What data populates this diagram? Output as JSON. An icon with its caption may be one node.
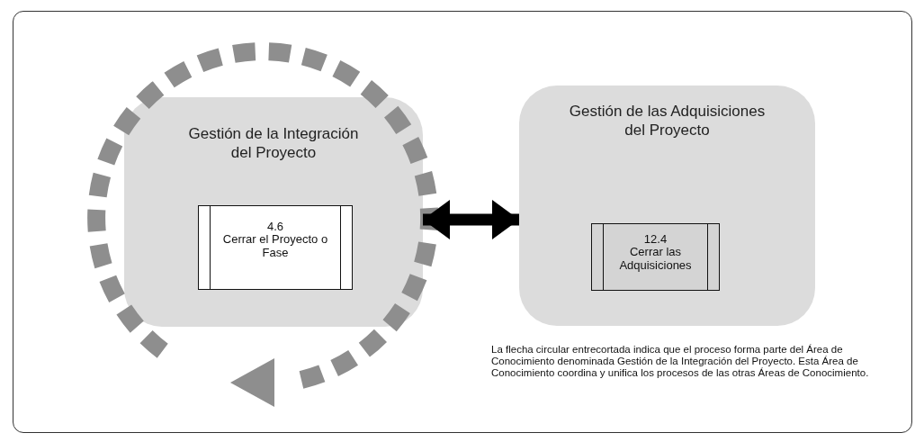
{
  "diagram": {
    "nodes": [
      {
        "text": [
          "Gestión de la Integración del Proyecto"
        ]
      },
      {
        "text": [
          "4.6",
          "Cerrar el Proyecto o Fase"
        ],
        "in": 0
      },
      {
        "text": [
          "Gestión de las Adquisiciones del Proyecto"
        ]
      },
      {
        "text": [
          "12.4",
          "Cerrar las Adquisiciones"
        ],
        "in": 2
      }
    ],
    "edges": [
      {
        "from": 0,
        "to": 2,
        "arrow": "both"
      }
    ],
    "labels": [
      "La flecha circular entrecortada indica que el proceso forma parte del Área de Conocimiento denominada Gestión de la Integración del Proyecto. Esta Área de Conocimiento coordina y unifica los procesos de las otras Áreas de Conocimiento."
    ]
  }
}
